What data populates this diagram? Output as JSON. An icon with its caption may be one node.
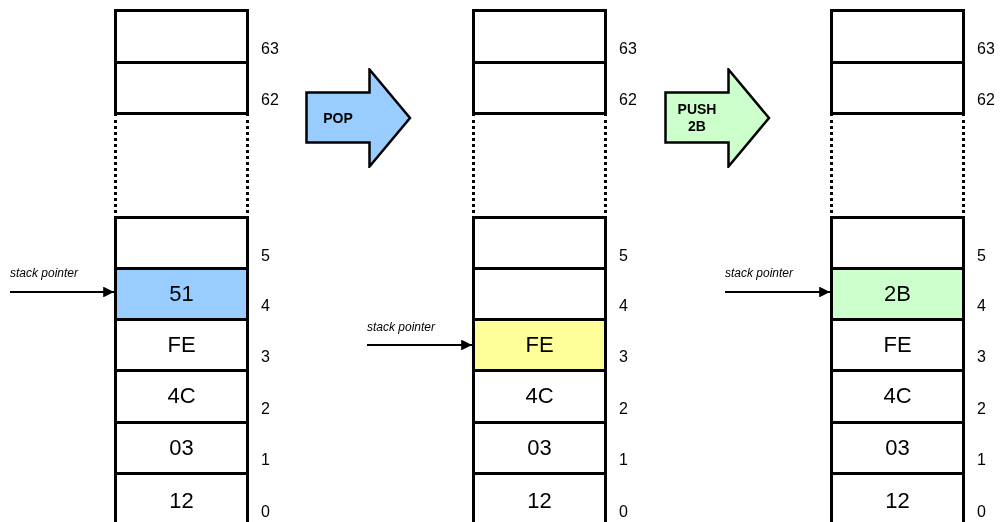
{
  "diagram": {
    "nodes": [
      {
        "text": [],
        "shape": "box",
        "beside": [
          "63"
        ]
      },
      {
        "text": [],
        "shape": "box",
        "beside": [
          "62"
        ]
      },
      {
        "text": [],
        "shape": "box"
      },
      {
        "text": [],
        "shape": "box",
        "beside": [
          "5"
        ]
      },
      {
        "text": [
          "51"
        ],
        "beside": [
          "4"
        ]
      },
      {
        "text": [
          "FE"
        ],
        "beside": [
          "3"
        ]
      },
      {
        "text": [
          "4C"
        ],
        "beside": [
          "2"
        ]
      },
      {
        "text": [
          "03"
        ],
        "beside": [
          "1"
        ]
      },
      {
        "text": [
          "12"
        ],
        "beside": [
          "0"
        ]
      },
      {
        "text": [
          "stack pointer"
        ]
      },
      {
        "text": [
          "POP"
        ]
      },
      {
        "text": [],
        "shape": "box",
        "beside": [
          "63"
        ]
      },
      {
        "text": [],
        "shape": "box",
        "beside": [
          "62"
        ]
      },
      {
        "text": [],
        "shape": "box"
      },
      {
        "text": [],
        "shape": "box",
        "beside": [
          "5"
        ]
      },
      {
        "text": [],
        "shape": "box",
        "beside": [
          "4"
        ]
      },
      {
        "text": [
          "FE"
        ],
        "beside": [
          "3"
        ]
      },
      {
        "text": [
          "4C"
        ],
        "beside": [
          "2"
        ]
      },
      {
        "text": [
          "03"
        ],
        "beside": [
          "1"
        ]
      },
      {
        "text": [
          "12"
        ],
        "beside": [
          "0"
        ]
      },
      {
        "text": [
          "stack pointer"
        ]
      },
      {
        "text": [
          "PUSH 2B"
        ]
      },
      {
        "text": [],
        "shape": "box",
        "beside": [
          "63"
        ]
      },
      {
        "text": [],
        "shape": "box",
        "beside": [
          "62"
        ]
      },
      {
        "text": [],
        "shape": "box"
      },
      {
        "text": [],
        "shape": "box",
        "beside": [
          "5"
        ]
      },
      {
        "text": [
          "2B"
        ],
        "beside": [
          "4"
        ]
      },
      {
        "text": [
          "FE"
        ],
        "beside": [
          "3"
        ]
      },
      {
        "text": [
          "4C"
        ],
        "beside": [
          "2"
        ]
      },
      {
        "text": [
          "03"
        ],
        "beside": [
          "1"
        ]
      },
      {
        "text": [
          "12"
        ],
        "beside": [
          "0"
        ]
      },
      {
        "text": [
          "stack pointer"
        ]
      }
    ],
    "edges": [
      {
        "from": 9,
        "to": 4,
        "arrow": "to"
      },
      {
        "from": 20,
        "to": 16,
        "arrow": "to"
      },
      {
        "from": 31,
        "to": 26,
        "arrow": "to"
      }
    ]
  }
}
